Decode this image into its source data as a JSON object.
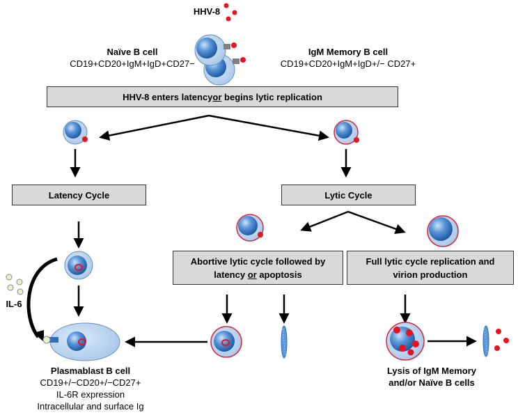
{
  "virus_label": "HHV-8",
  "naive": {
    "title": "Naïve B cell",
    "markers": [
      [
        "CD19",
        ""
      ],
      [
        "+",
        ""
      ],
      [
        "CD20",
        ""
      ],
      [
        "+",
        ""
      ],
      [
        "IgM",
        ""
      ],
      [
        "+",
        ""
      ],
      [
        "IgD",
        ""
      ],
      [
        "+",
        ""
      ],
      [
        "CD27",
        ""
      ],
      [
        "−",
        ""
      ]
    ]
  },
  "memory": {
    "title": "IgM Memory B cell",
    "markers": "CD19+CD20+IgM+IgD+/− CD27+"
  },
  "top_box": {
    "before": "HHV-8 enters latency ",
    "emph": "or",
    "after": " begins lytic replication"
  },
  "latency_box": "Latency Cycle",
  "lytic_box": "Lytic Cycle",
  "abortive_box": {
    "line1": "Abortive lytic cycle followed by",
    "line2_before": "latency ",
    "line2_emph": "or",
    "line2_after": " apoptosis"
  },
  "full_box": {
    "line1": "Full lytic cycle replication and",
    "line2": "virion production"
  },
  "il6_label": "IL-6",
  "plasmablast": {
    "title": "Plasmablast B cell",
    "markers": "CD19+/−CD20+/−CD27+",
    "line2": "IL-6R expression",
    "line3": "Intracellular and surface Ig"
  },
  "lysis": {
    "line1": "Lysis of IgM Memory",
    "line2": "and/or Naïve B cells"
  },
  "colors": {
    "cell_fill": "#a9c8ea",
    "nucleus": "#2f6fb8",
    "infected_border": "#d9263a",
    "virion": "#e8131f",
    "box_fill": "#d9d9d9",
    "il6": "#e9f2c9"
  }
}
